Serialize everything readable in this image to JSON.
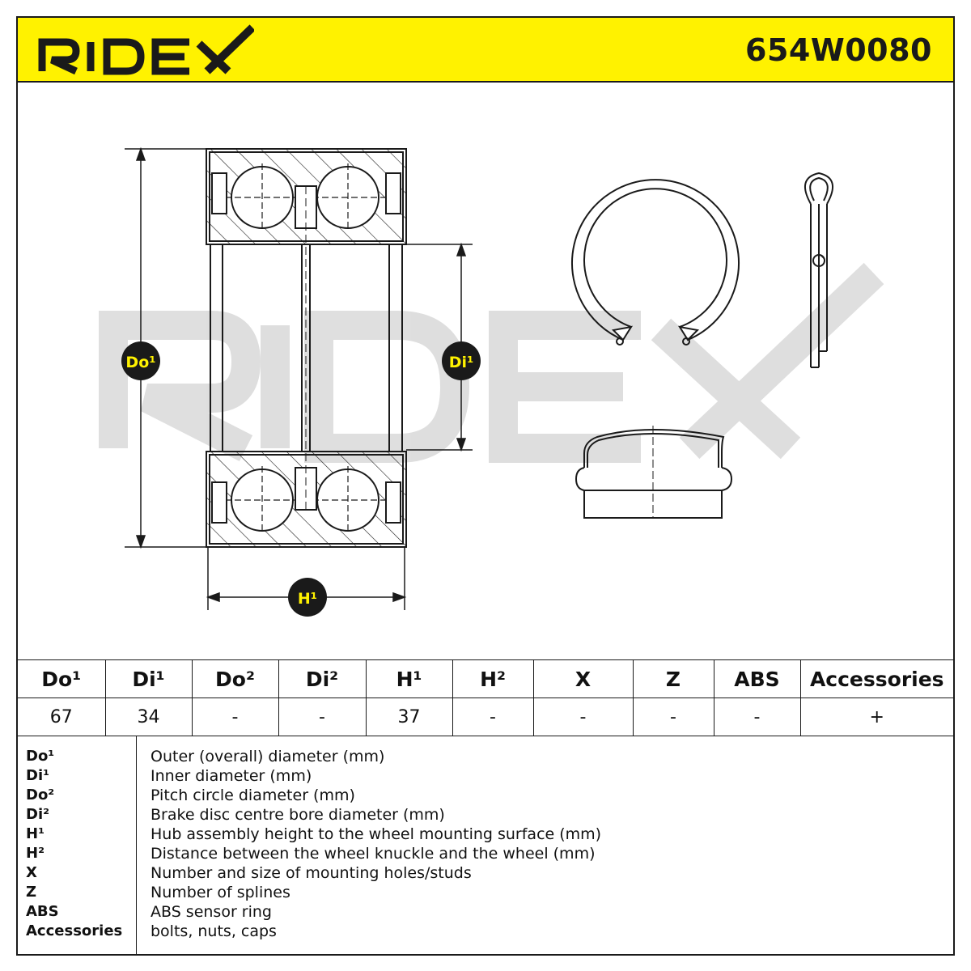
{
  "brand": {
    "logo_text": "RIDEX",
    "part_number": "654W0080",
    "accent_color": "#fff200"
  },
  "diagram": {
    "labels": {
      "do1": "Do¹",
      "di1": "Di¹",
      "h1": "H¹"
    },
    "watermark": "RIDEX",
    "parts": [
      "bearing-section-icon",
      "circlip-icon",
      "cotter-pin-icon",
      "dust-cap-icon"
    ]
  },
  "spec_table": {
    "headers": [
      "Do¹",
      "Di¹",
      "Do²",
      "Di²",
      "H¹",
      "H²",
      "X",
      "Z",
      "ABS",
      "Accessories"
    ],
    "values": [
      "67",
      "34",
      "-",
      "-",
      "37",
      "-",
      "-",
      "-",
      "-",
      "+"
    ]
  },
  "legend": [
    {
      "key": "Do¹",
      "desc": "Outer (overall) diameter (mm)"
    },
    {
      "key": "Di¹",
      "desc": "Inner diameter (mm)"
    },
    {
      "key": "Do²",
      "desc": "Pitch circle diameter (mm)"
    },
    {
      "key": "Di²",
      "desc": "Brake disc centre bore diameter (mm)"
    },
    {
      "key": "H¹",
      "desc": "Hub assembly height to the wheel mounting surface (mm)"
    },
    {
      "key": "H²",
      "desc": "Distance between the wheel knuckle and the wheel (mm)"
    },
    {
      "key": "X",
      "desc": "Number and size of mounting holes/studs"
    },
    {
      "key": "Z",
      "desc": "Number of splines"
    },
    {
      "key": "ABS",
      "desc": "ABS sensor ring"
    },
    {
      "key": "Accessories",
      "desc": "bolts, nuts, caps"
    }
  ]
}
